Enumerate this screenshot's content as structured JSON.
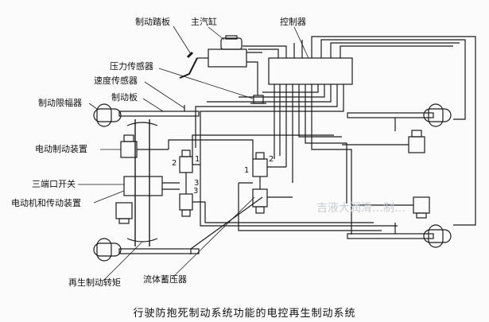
{
  "caption": "行驶防抱死制动系统功能的电控再生制动系统",
  "labels": {
    "brake_pedal": "制动踏板",
    "master_cylinder": "主汽缸",
    "controller": "控制器",
    "pressure_sensor": "压力传感器",
    "speed_sensor": "速度传感器",
    "brake_plate": "制动板",
    "brake_limiter": "制动限幅器",
    "electric_brake_device": "电动制动装置",
    "three_port_switch": "三端口开关",
    "motor_transmission": "电动机和传动装置",
    "regenerative_torque": "再生制动转矩",
    "fluid_accumulator": "流体蓄压器"
  },
  "port_numbers": {
    "left_valve_1": "1",
    "left_valve_2": "2",
    "left_valve_3": "3",
    "left_valve_3b": "3",
    "right_valve_2": "2",
    "right_valve_1": "1"
  },
  "bleed_through_text": "吉液大润滑…制…"
}
